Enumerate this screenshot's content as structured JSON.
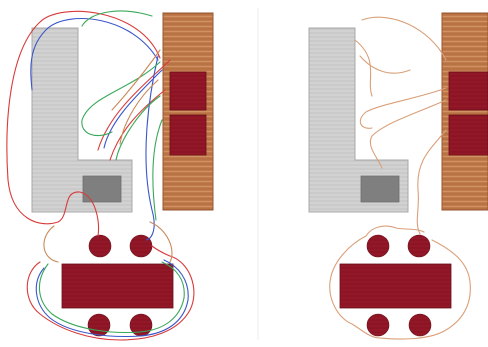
{
  "panels": [
    {
      "id": "left",
      "wire_colors": [
        "#d93a3a",
        "#3a56c9",
        "#3aa85a",
        "#c98a5a"
      ]
    },
    {
      "id": "right",
      "wire_colors": [
        "#d9a07a"
      ]
    }
  ],
  "colors": {
    "l_shape_fill": "#cfcfcf",
    "l_shape_stroke": "#a8a8a8",
    "l_inner_block": "#7f7f7f",
    "brick_column": "#c07a4c",
    "brick_column_edge": "#9a5530",
    "dark_red": "#8c1424",
    "divider": "#e6e6e6"
  },
  "components": [
    "l-shaped-slab",
    "small-gray-block",
    "brick-column",
    "red-square-upper",
    "red-square-lower",
    "red-rectangle",
    "red-circle"
  ]
}
